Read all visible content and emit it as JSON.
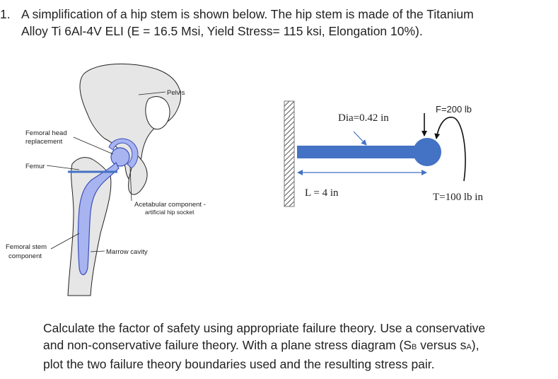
{
  "question": {
    "number": "1.",
    "line1": "A simplification of a hip stem is shown below. The hip stem is made of the Titanium",
    "line2": "Alloy Ti 6Al-4V ELI (E = 16.5 Msi, Yield Stress= 115 ksi, Elongation 10%)."
  },
  "anatomy_labels": {
    "pelvis": "Pelvis",
    "femoral_head_1": "Femoral head",
    "femoral_head_2": "replacement",
    "femur": "Femur",
    "acetabular_1": "Acetabular component -",
    "acetabular_2": "artificial hip socket",
    "femoral_stem_1": "Femoral stem",
    "femoral_stem_2": "component",
    "marrow": "Marrow cavity"
  },
  "model_labels": {
    "dia": "Dia=0.42 in",
    "force": "F=200 lb",
    "length": "L = 4 in",
    "torque": "T=100 lb in"
  },
  "task": {
    "line1": "Calculate the factor of safety using appropriate failure theory. Use a conservative",
    "line2": "and non-conservative failure theory. With a plane stress diagram (S",
    "sub_b": "B",
    "mid": " versus s",
    "sub_a": "A",
    "line2_end": "),",
    "line3": "plot the two failure theory boundaries used and the resulting stress pair."
  },
  "colors": {
    "beam": "#4472c4",
    "implant_fill": "#a8b4f0",
    "implant_stroke": "#3b4fb8",
    "bone_fill": "#e6e6e6",
    "bone_stroke": "#222222"
  }
}
